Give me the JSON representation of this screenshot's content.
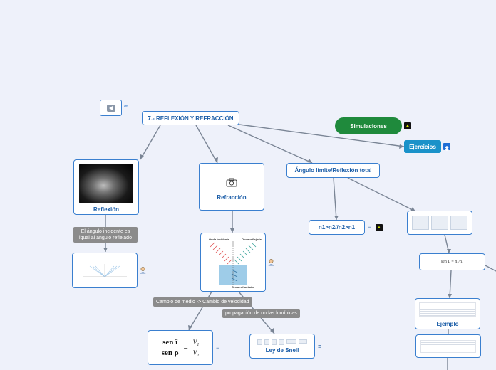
{
  "root": {
    "title": "7.- REFLEXIÓN Y REFRACCIÓN"
  },
  "nodes": {
    "reflexion": {
      "label": "Reflexión"
    },
    "refraccion": {
      "label": "Refracción"
    },
    "angulo_limite": {
      "label": "Ángulo límite/Reflexión total"
    },
    "n_condition": {
      "label": "n1>n2//n2>n1"
    },
    "ley_snell": {
      "label": "Ley de Snell"
    },
    "ejemplo": {
      "label": "Ejemplo"
    },
    "simulaciones": {
      "label": "Simulaciones"
    },
    "ejercicios": {
      "label": "Ejercicios"
    }
  },
  "relations": {
    "reflexion_note": "El ángulo incidente es igual al ángulo reflejado",
    "cambio_medio": "Cambio de medio -> Cambio de velocidad",
    "propagacion": "propagación de ondas lumínicas"
  },
  "figures": {
    "refraction": {
      "incident": "Onda incidente",
      "reflected": "Onda reflejada",
      "refracted": "Onda refractada"
    },
    "snell_formula": {
      "line1_left": "sen î",
      "line1_right": "V₁",
      "line2_left": "sen ρ",
      "line2_right": "V₂",
      "equals": "="
    },
    "limit_formula": "sen L = n₂/n₁"
  },
  "icons": [
    "back-button-icon",
    "camera-icon",
    "person-icon",
    "notes-icon",
    "dropbox-icon",
    "badge-icon"
  ]
}
